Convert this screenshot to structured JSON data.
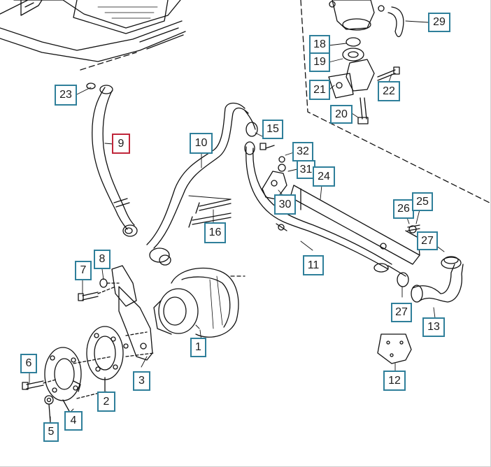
{
  "diagram": {
    "highlight_color": "#c0263a",
    "callout_color": "#2f7f9a",
    "line_color": "#111111",
    "selected_part": "9",
    "callouts": [
      {
        "id": "1",
        "label": "1"
      },
      {
        "id": "2",
        "label": "2"
      },
      {
        "id": "3",
        "label": "3"
      },
      {
        "id": "4",
        "label": "4"
      },
      {
        "id": "5",
        "label": "5"
      },
      {
        "id": "6",
        "label": "6"
      },
      {
        "id": "7",
        "label": "7"
      },
      {
        "id": "8",
        "label": "8"
      },
      {
        "id": "9",
        "label": "9"
      },
      {
        "id": "10",
        "label": "10"
      },
      {
        "id": "11",
        "label": "11"
      },
      {
        "id": "12",
        "label": "12"
      },
      {
        "id": "13",
        "label": "13"
      },
      {
        "id": "15",
        "label": "15"
      },
      {
        "id": "16",
        "label": "16"
      },
      {
        "id": "18",
        "label": "18"
      },
      {
        "id": "19",
        "label": "19"
      },
      {
        "id": "20",
        "label": "20"
      },
      {
        "id": "21",
        "label": "21"
      },
      {
        "id": "22",
        "label": "22"
      },
      {
        "id": "23",
        "label": "23"
      },
      {
        "id": "24",
        "label": "24"
      },
      {
        "id": "25",
        "label": "25"
      },
      {
        "id": "26",
        "label": "26"
      },
      {
        "id": "27a",
        "label": "27"
      },
      {
        "id": "27b",
        "label": "27"
      },
      {
        "id": "29",
        "label": "29"
      },
      {
        "id": "30",
        "label": "30"
      },
      {
        "id": "31",
        "label": "31"
      },
      {
        "id": "32",
        "label": "32"
      }
    ]
  }
}
